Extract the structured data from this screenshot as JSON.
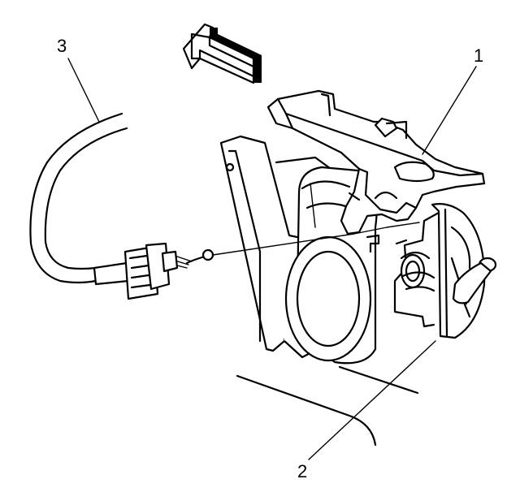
{
  "callouts": [
    {
      "id": "1",
      "label": "1"
    },
    {
      "id": "2",
      "label": "2"
    },
    {
      "id": "3",
      "label": "3"
    }
  ],
  "colors": {
    "ink": "#000000",
    "background": "#ffffff"
  },
  "icons": {
    "direction": "arrow-left-icon"
  }
}
